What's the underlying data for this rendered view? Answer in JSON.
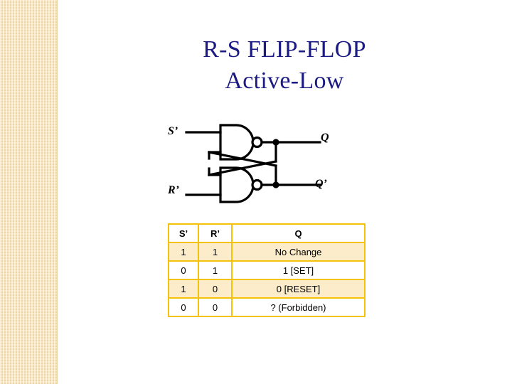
{
  "slide": {
    "title_line1": "R-S FLIP-FLOP",
    "title_line2": "Active-Low",
    "title_color": "#1a1a82",
    "background_color": "#ffffff",
    "band_color": "#f7e4bb"
  },
  "circuit": {
    "type": "cross-coupled-nand-latch",
    "inputs": [
      {
        "name": "s-input",
        "label": "S’"
      },
      {
        "name": "r-input",
        "label": "R’"
      }
    ],
    "outputs": [
      {
        "name": "q-output",
        "label": "Q"
      },
      {
        "name": "qbar-output",
        "label": "Q’"
      }
    ],
    "gates": [
      {
        "name": "nand-gate-top",
        "kind": "NAND"
      },
      {
        "name": "nand-gate-bottom",
        "kind": "NAND"
      }
    ],
    "line_color": "#000000"
  },
  "truth_table": {
    "border_color": "#f4c20b",
    "alt_row_color": "#fcecc9",
    "headers": [
      "S’",
      "R’",
      "Q"
    ],
    "rows": [
      {
        "s": "1",
        "r": "1",
        "q": "No Change"
      },
      {
        "s": "0",
        "r": "1",
        "q": "1 [SET]"
      },
      {
        "s": "1",
        "r": "0",
        "q": "0 [RESET]"
      },
      {
        "s": "0",
        "r": "0",
        "q": "?  (Forbidden)"
      }
    ]
  }
}
